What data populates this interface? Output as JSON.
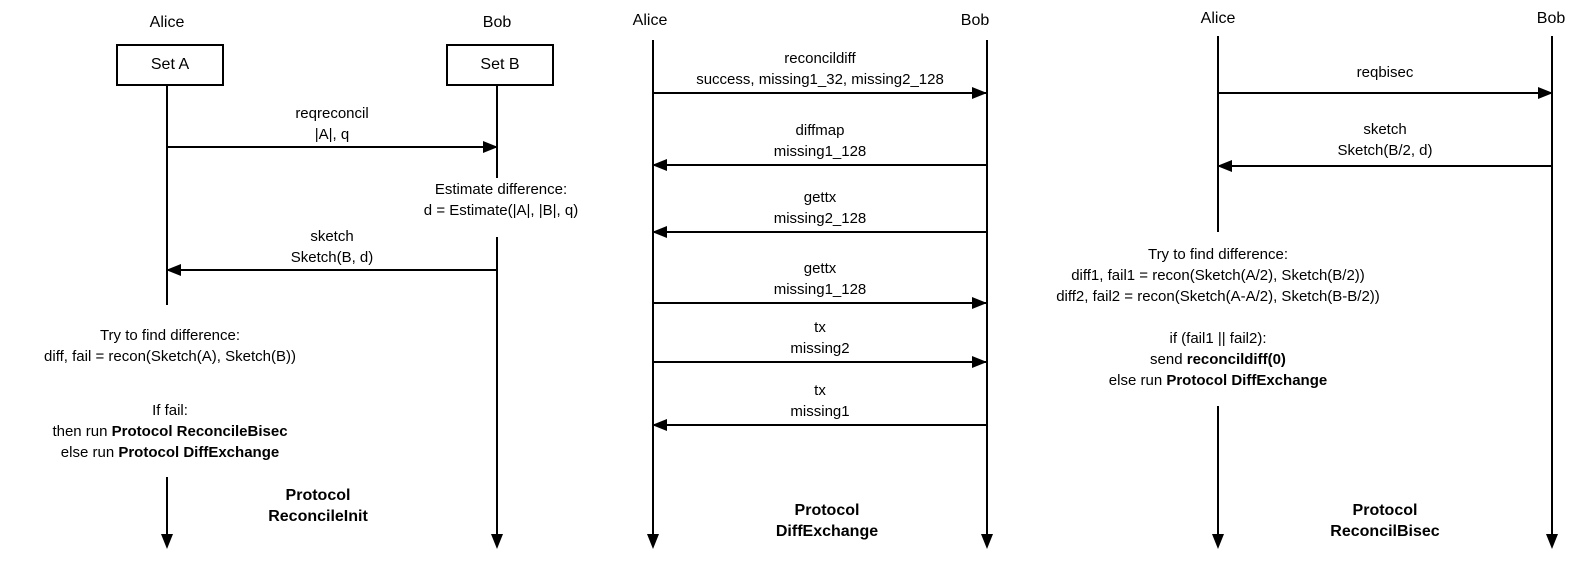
{
  "panel1": {
    "actors": {
      "alice": "Alice",
      "bob": "Bob"
    },
    "boxes": {
      "alice": "Set A",
      "bob": "Set B"
    },
    "msg_reqreconcil": {
      "name": "reqreconcil",
      "params": "|A|, q",
      "direction": "alice-to-bob"
    },
    "note_estimate": {
      "line1": "Estimate difference:",
      "line2": "d = Estimate(|A|, |B|, q)"
    },
    "msg_sketch": {
      "name": "sketch",
      "params": "Sketch(B, d)",
      "direction": "bob-to-alice"
    },
    "note_try": {
      "line1": "Try to find difference:",
      "line2": "diff, fail = recon(Sketch(A), Sketch(B))"
    },
    "note_fail": {
      "line1": "If fail:",
      "line2_prefix": "then run ",
      "line2_bold": "Protocol ReconcileBisec",
      "line3_prefix": "else run ",
      "line3_bold": "Protocol DiffExchange"
    },
    "title": {
      "line1": "Protocol",
      "line2": "ReconcileInit"
    }
  },
  "panel2": {
    "actors": {
      "alice": "Alice",
      "bob": "Bob"
    },
    "messages": [
      {
        "name": "reconcildiff",
        "params": "success, missing1_32, missing2_128",
        "direction": "alice-to-bob"
      },
      {
        "name": "diffmap",
        "params": "missing1_128",
        "direction": "bob-to-alice"
      },
      {
        "name": "gettx",
        "params": "missing2_128",
        "direction": "bob-to-alice"
      },
      {
        "name": "gettx",
        "params": "missing1_128",
        "direction": "alice-to-bob"
      },
      {
        "name": "tx",
        "params": "missing2",
        "direction": "alice-to-bob"
      },
      {
        "name": "tx",
        "params": "missing1",
        "direction": "bob-to-alice"
      }
    ],
    "title": {
      "line1": "Protocol",
      "line2": "DiffExchange"
    }
  },
  "panel3": {
    "actors": {
      "alice": "Alice",
      "bob": "Bob"
    },
    "msg_reqbisec": {
      "name": "reqbisec",
      "direction": "alice-to-bob"
    },
    "msg_sketch": {
      "name": "sketch",
      "params": "Sketch(B/2, d)",
      "direction": "bob-to-alice"
    },
    "note_try": {
      "line1": "Try to find difference:",
      "line2": "diff1, fail1 = recon(Sketch(A/2), Sketch(B/2))",
      "line3": "diff2, fail2 = recon(Sketch(A-A/2), Sketch(B-B/2))"
    },
    "note_if": {
      "line1": "if (fail1 || fail2):",
      "line2_prefix": "send ",
      "line2_bold": "reconcildiff(0)",
      "line3_prefix": "else run ",
      "line3_bold": "Protocol DiffExchange"
    },
    "title": {
      "line1": "Protocol",
      "line2": "ReconcilBisec"
    }
  }
}
